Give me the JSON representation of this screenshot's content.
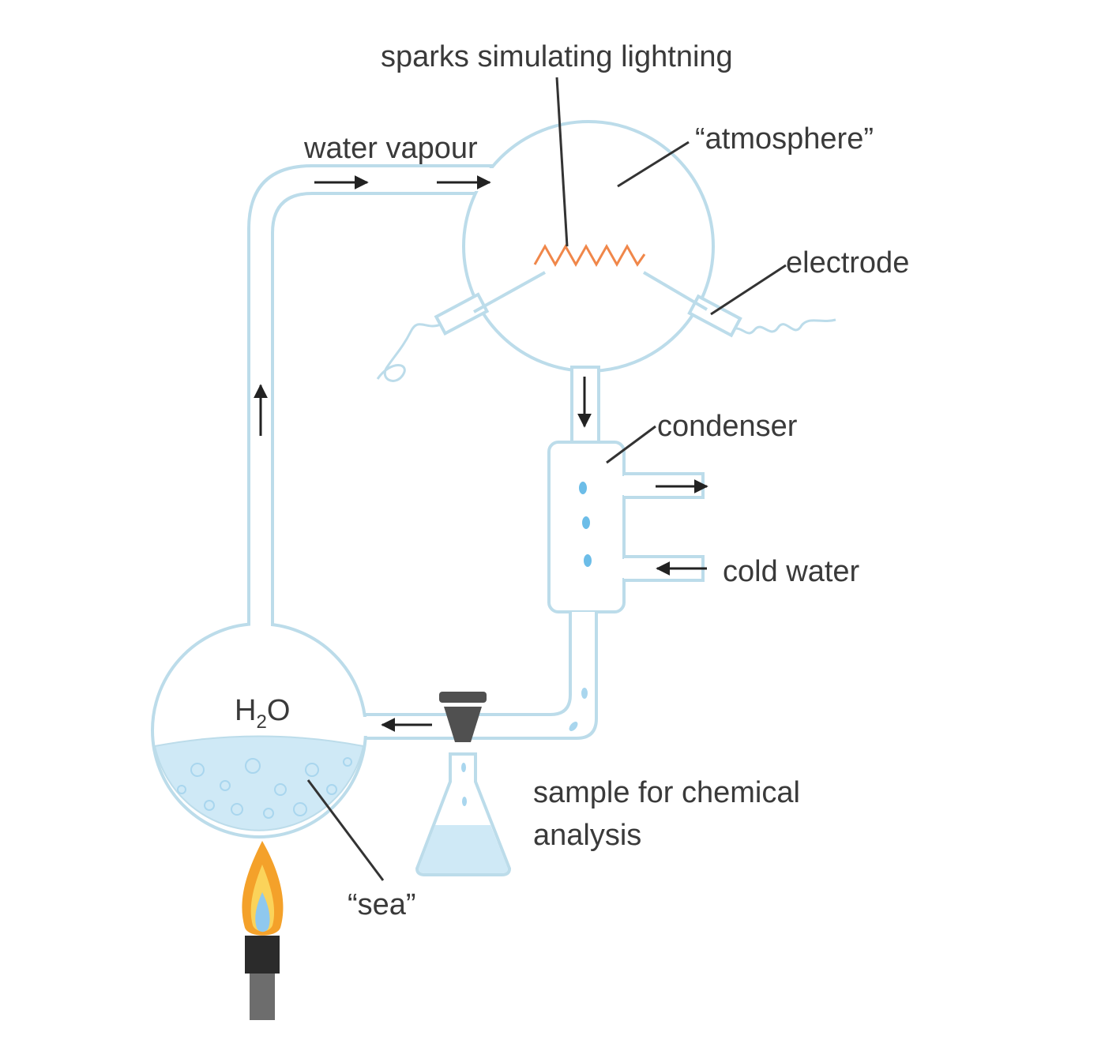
{
  "labels": {
    "sparks": "sparks simulating lightning",
    "atmosphere": "“atmosphere”",
    "water_vapour": "water vapour",
    "electrode": "electrode",
    "condenser": "condenser",
    "cold_water": "cold water",
    "h2o_main": "H",
    "h2o_sub": "2",
    "h2o_tail": "O",
    "sample_line1": "sample for chemical",
    "sample_line2": "analysis",
    "sea": "“sea”"
  },
  "colors": {
    "glass_outline": "#bcdcea",
    "water_fill": "#cfe9f6",
    "bubble": "#a9d6ee",
    "spark": "#f0874a",
    "flame_outer": "#f4a12a",
    "flame_mid": "#fbd35a",
    "flame_inner": "#8fc8ee",
    "burner_top": "#2b2b2b",
    "burner_body": "#6d6d6d",
    "tap": "#505050",
    "leader_line": "#333333"
  }
}
